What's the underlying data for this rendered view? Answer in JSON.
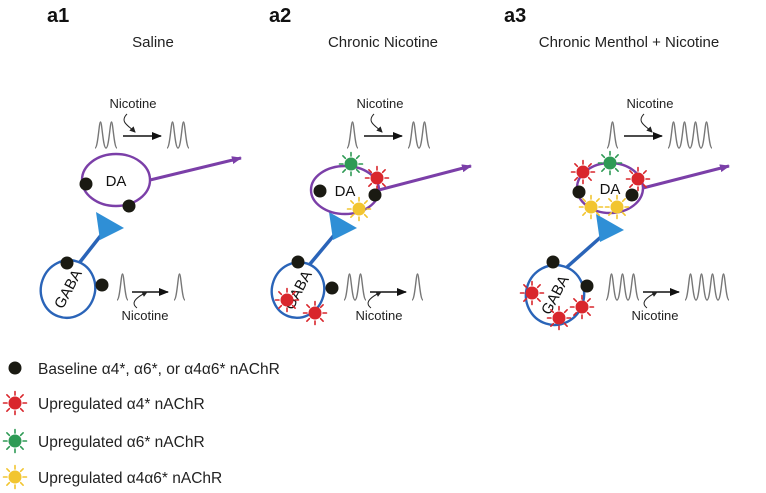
{
  "colors": {
    "dopamine_neuron": "#7b3fa8",
    "gaba_neuron": "#2a64b8",
    "synapse_terminal": "#2f8fd6",
    "baseline": "#1a1a12",
    "alpha4": "#d9262c",
    "alpha6": "#2e9a55",
    "alpha4alpha6": "#f2c530",
    "trace": "#777777"
  },
  "panels": [
    {
      "id": "a1",
      "label": "a1",
      "title": "Saline",
      "da": {
        "label": "DA",
        "stimulus_label": "Nicotine",
        "spikes_before": 2,
        "spikes_after": 2,
        "receptors": [
          "baseline",
          "baseline"
        ]
      },
      "gaba": {
        "label": "GABA",
        "stimulus_label": "Nicotine",
        "spikes_before": 1,
        "spikes_after": 1,
        "receptors": [
          "baseline",
          "baseline"
        ]
      }
    },
    {
      "id": "a2",
      "label": "a2",
      "title": "Chronic Nicotine",
      "da": {
        "label": "DA",
        "stimulus_label": "Nicotine",
        "spikes_before": 1,
        "spikes_after": 2,
        "receptors": [
          "alpha6",
          "alpha4",
          "baseline",
          "baseline",
          "alpha4alpha6"
        ]
      },
      "gaba": {
        "label": "GABA",
        "stimulus_label": "Nicotine",
        "spikes_before": 2,
        "spikes_after": 1,
        "receptors": [
          "baseline",
          "baseline",
          "alpha4",
          "alpha4"
        ]
      }
    },
    {
      "id": "a3",
      "label": "a3",
      "title": "Chronic Menthol + Nicotine",
      "da": {
        "label": "DA",
        "stimulus_label": "Nicotine",
        "spikes_before": 1,
        "spikes_after": 4,
        "receptors": [
          "alpha4",
          "alpha6",
          "alpha4",
          "baseline",
          "baseline",
          "alpha4alpha6",
          "alpha4alpha6"
        ]
      },
      "gaba": {
        "label": "GABA",
        "stimulus_label": "Nicotine",
        "spikes_before": 3,
        "spikes_after": 4,
        "receptors": [
          "baseline",
          "baseline",
          "alpha4",
          "alpha4",
          "alpha4"
        ]
      }
    }
  ],
  "legend": [
    {
      "type": "baseline",
      "text": "Baseline α4*, α6*, or α4α6* nAChR"
    },
    {
      "type": "alpha4",
      "text": "Upregulated α4* nAChR"
    },
    {
      "type": "alpha6",
      "text": "Upregulated α6* nAChR"
    },
    {
      "type": "alpha4alpha6",
      "text": "Upregulated α4α6* nAChR"
    }
  ]
}
